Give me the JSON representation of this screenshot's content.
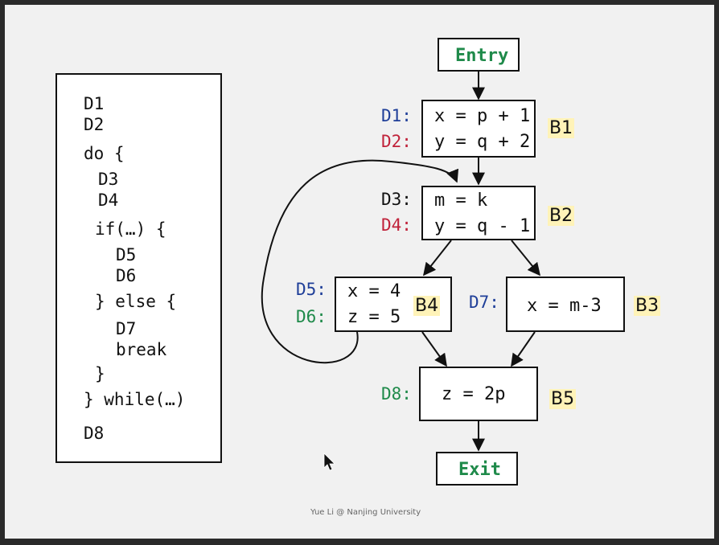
{
  "code": {
    "lines": [
      "D1",
      "D2",
      "do {",
      "D3",
      "D4",
      "if(…) {",
      "D5",
      "D6",
      "} else {",
      "D7",
      "break",
      "}",
      "} while(…)",
      "D8"
    ]
  },
  "cfg": {
    "entry": "Entry",
    "exit": "Exit",
    "b1": {
      "label": "B1",
      "d1_label": "D1:",
      "d1_stmt": "x = p + 1",
      "d2_label": "D2:",
      "d2_stmt": "y = q + 2"
    },
    "b2": {
      "label": "B2",
      "d3_label": "D3:",
      "d3_stmt": "m = k",
      "d4_label": "D4:",
      "d4_stmt": "y = q - 1"
    },
    "b3": {
      "label": "B3",
      "d7_label": "D7:",
      "d7_stmt": "x = m-3"
    },
    "b4": {
      "label": "B4",
      "d5_label": "D5:",
      "d5_stmt": "x = 4",
      "d6_label": "D6:",
      "d6_stmt": "z = 5"
    },
    "b5": {
      "label": "B5",
      "d8_label": "D8:",
      "d8_stmt": "z = 2p"
    }
  },
  "colors": {
    "blue": "#1f3f99",
    "red": "#c0223a",
    "green": "#1f8a4a",
    "highlight": "#fff3b8"
  },
  "footer": "Yue Li @ Nanjing University"
}
